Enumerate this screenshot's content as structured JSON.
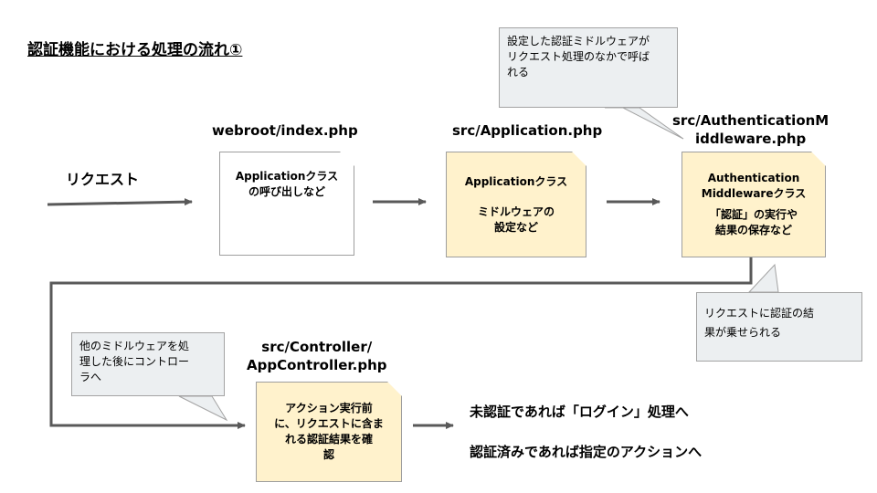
{
  "title": "認証機能における処理の流れ①",
  "request_label": "リクエスト",
  "steps": [
    {
      "path": "webroot/index.php",
      "lines": [
        "Applicationクラス",
        "の呼び出しなど"
      ]
    },
    {
      "path": "src/Application.php",
      "lines": [
        "Applicationクラス",
        "ミドルウェアの",
        "設定など"
      ]
    },
    {
      "path_lines": [
        "src/AuthenticationM",
        "iddleware.php"
      ],
      "lines": [
        "Authentication",
        "Middlewareクラス",
        "「認証」の実行や",
        "結果の保存など"
      ]
    },
    {
      "path_lines": [
        "src/Controller/",
        "AppController.php"
      ],
      "lines": [
        "アクション実行前",
        "に、リクエストに含ま",
        "れる認証結果を確",
        "認"
      ]
    }
  ],
  "notes": {
    "top": [
      "設定した認証ミドルウェアが",
      "リクエスト処理のなかで呼ば",
      "れる"
    ],
    "right": [
      "リクエストに認証の結",
      "果が乗せられる"
    ],
    "left": [
      "他のミドルウェアを処",
      "理した後にコントロー",
      "ラへ"
    ]
  },
  "outcomes": [
    "未認証であれば「ログイン」処理へ",
    "認証済みであれば指定のアクションへ"
  ],
  "colors": {
    "note_bg": "#eceff1",
    "doc_yellow": "#fff2cc",
    "arrow": "#595959"
  }
}
